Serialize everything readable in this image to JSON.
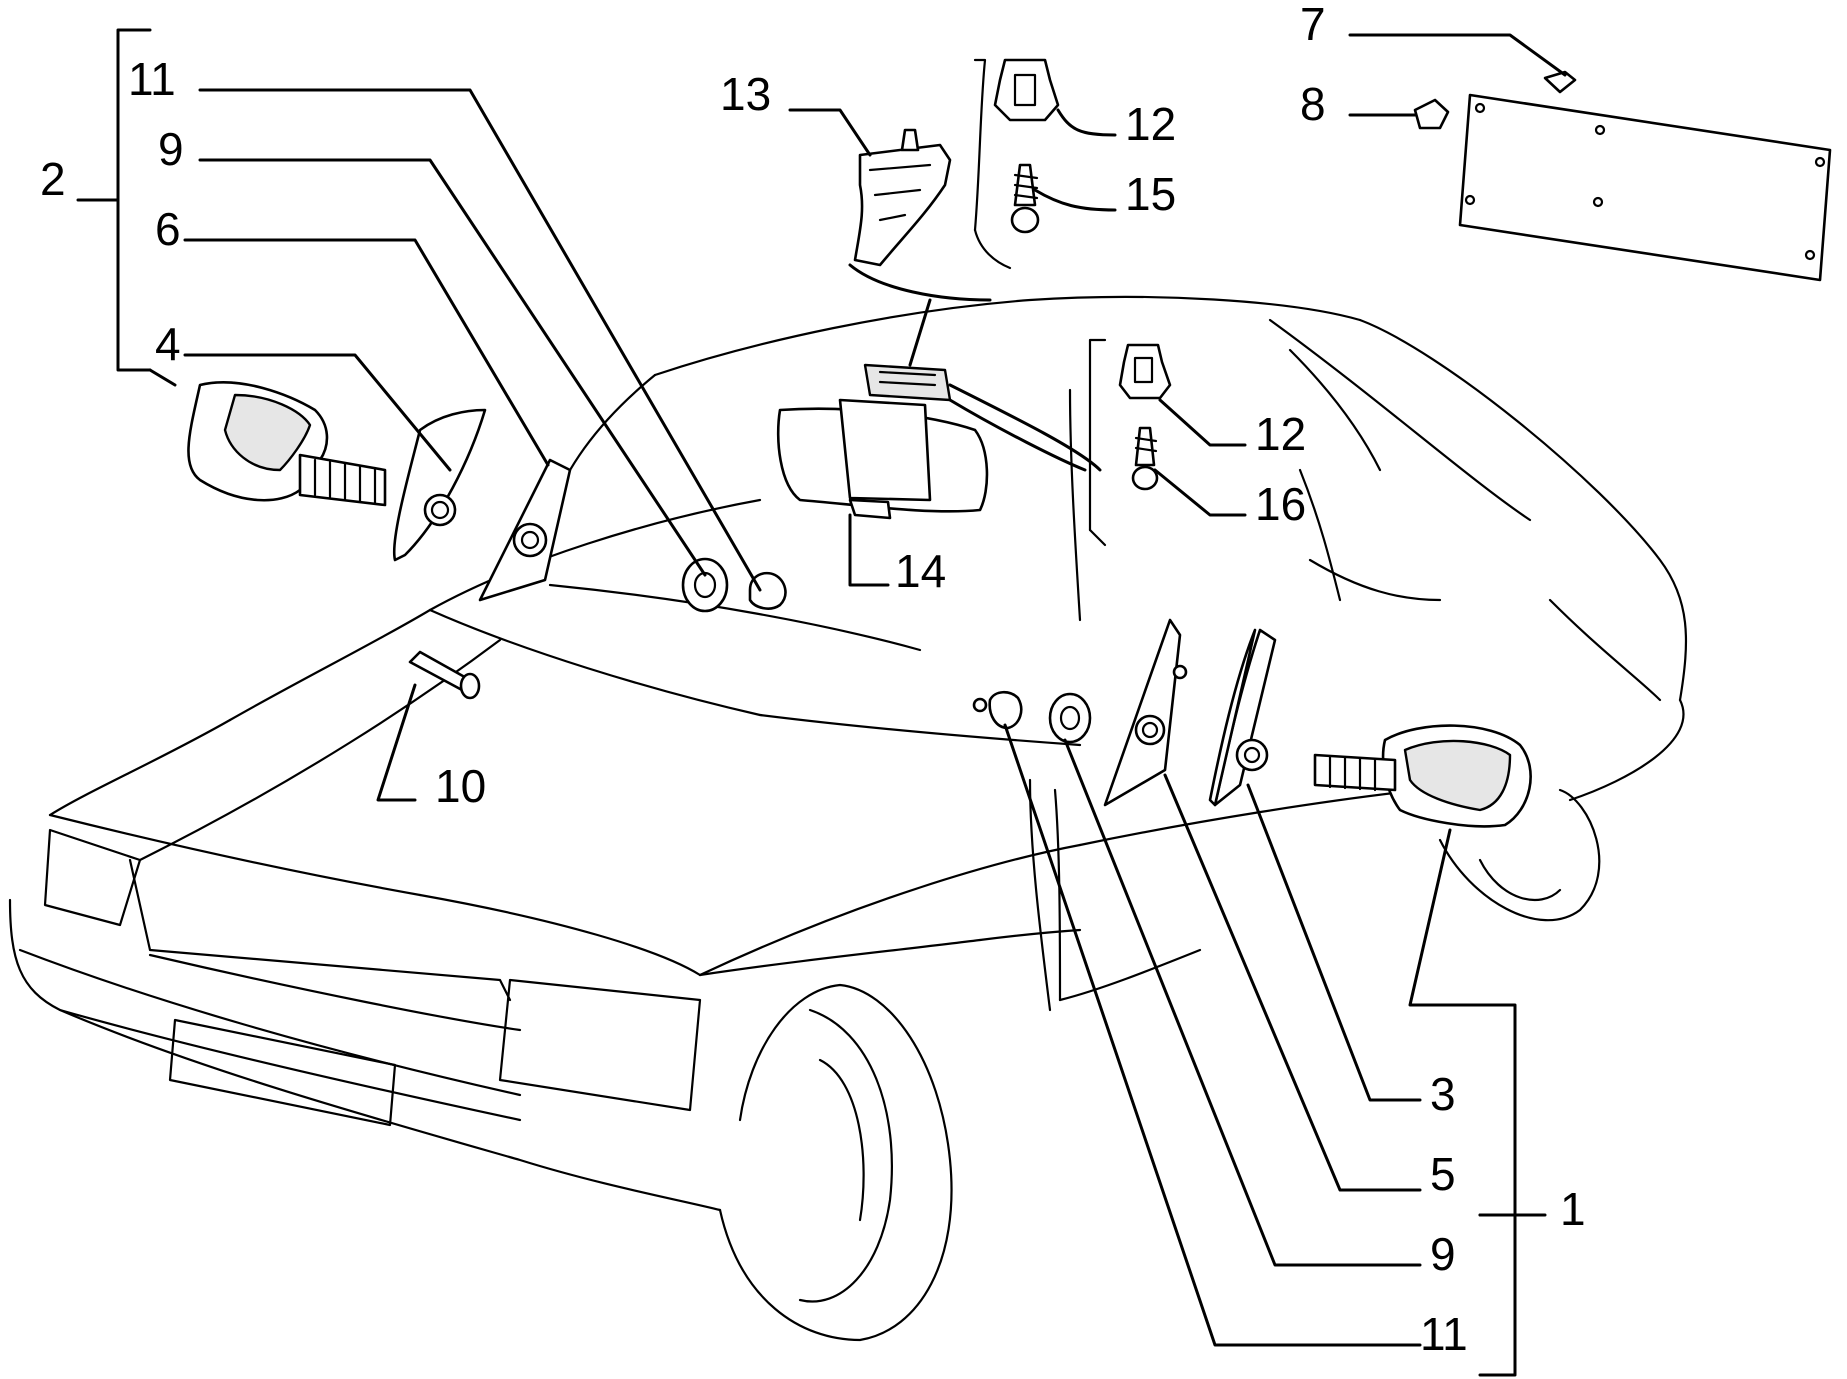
{
  "diagram": {
    "callouts": [
      {
        "id": "label-1",
        "text": "1"
      },
      {
        "id": "label-2",
        "text": "2"
      },
      {
        "id": "label-3",
        "text": "3"
      },
      {
        "id": "label-4",
        "text": "4"
      },
      {
        "id": "label-5",
        "text": "5"
      },
      {
        "id": "label-6",
        "text": "6"
      },
      {
        "id": "label-7",
        "text": "7"
      },
      {
        "id": "label-8",
        "text": "8"
      },
      {
        "id": "label-9-left",
        "text": "9"
      },
      {
        "id": "label-9-right",
        "text": "9"
      },
      {
        "id": "label-10",
        "text": "10"
      },
      {
        "id": "label-11-left",
        "text": "11"
      },
      {
        "id": "label-11-right",
        "text": "11"
      },
      {
        "id": "label-12-top",
        "text": "12"
      },
      {
        "id": "label-12-mid",
        "text": "12"
      },
      {
        "id": "label-13",
        "text": "13"
      },
      {
        "id": "label-14",
        "text": "14"
      },
      {
        "id": "label-15",
        "text": "15"
      },
      {
        "id": "label-16",
        "text": "16"
      }
    ]
  }
}
